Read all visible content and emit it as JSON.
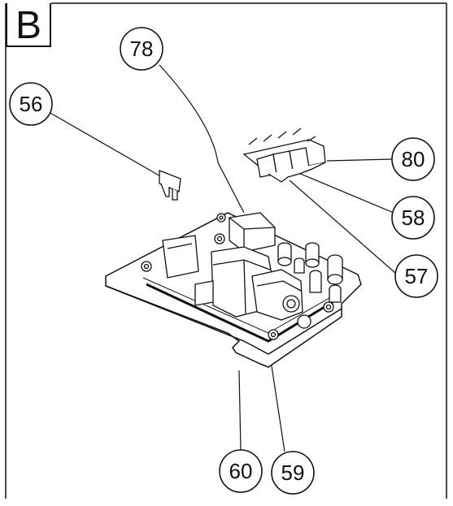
{
  "diagram": {
    "section_label": "B",
    "callouts": [
      {
        "id": "c78",
        "label": "78"
      },
      {
        "id": "c56",
        "label": "56"
      },
      {
        "id": "c80",
        "label": "80"
      },
      {
        "id": "c58",
        "label": "58"
      },
      {
        "id": "c57",
        "label": "57"
      },
      {
        "id": "c60",
        "label": "60"
      },
      {
        "id": "c59",
        "label": "59"
      }
    ]
  }
}
